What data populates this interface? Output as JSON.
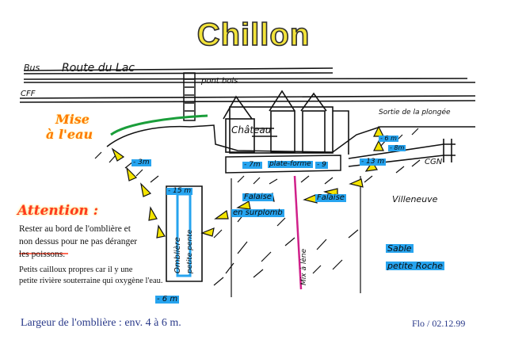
{
  "title": "Chillon",
  "labels": {
    "bus": "Bus",
    "route": "Route du Lac",
    "cff": "CFF",
    "pont_bois": "pont bois",
    "mise_a_l_eau_1": "Mise",
    "mise_a_l_eau_2": "à l'eau",
    "chateau": "Château",
    "sortie": "Sortie de la plongée",
    "cgn": "CGN",
    "villeneuve": "Villeneuve",
    "depth_3m": "- 3m",
    "depth_7m": "- 7m",
    "plate_forme": "plate-forme",
    "depth_9m": "- 9",
    "depth_13m": "- 13 m",
    "depth_6m": "- 6 m",
    "depth_8m": "- 8m",
    "depth_15m": "- 15 m",
    "ombliere_1": "Omblière",
    "ombliere_2": "petite pente",
    "depth_6m_bottom": "- 6 m",
    "falaise_surplomb_1": "Falaise",
    "falaise_surplomb_2": "en surplomb",
    "falaise": "Falaise",
    "mix_a_lene": "Mix à lène",
    "sable": "Sable",
    "petite_roche": "petite Roche"
  },
  "attention": {
    "heading": "Attention :",
    "line1": "Rester au bord de l'omblière et",
    "line2_underlined": "non dessus",
    "line2_rest": " pour ne pas déranger",
    "line3": "les poissons.",
    "line4": "Petits cailloux propres car il y une",
    "line5": "petite rivière souterraine qui oxygène l'eau."
  },
  "footer": {
    "largeur": "Largeur de l'omblière : env. 4 à 6 m.",
    "signature": "Flo / 02.12.99"
  },
  "colors": {
    "highlight_blue": "#27a4ef",
    "title_yellow": "#f2e33a",
    "arrow_yellow": "#f4e400",
    "attention_red": "#ff3a1e",
    "mise_orange": "#ff7a00",
    "footer_navy": "#2a3a8a",
    "route_green": "#1a9e3a",
    "magenta_line": "#d0208a"
  }
}
